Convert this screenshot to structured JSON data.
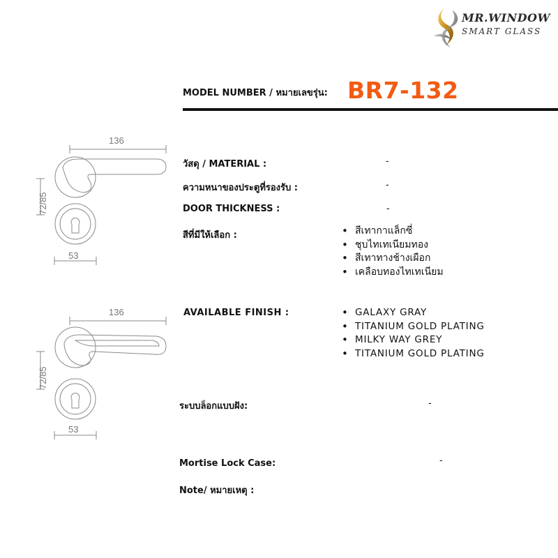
{
  "brand": {
    "line1": "MR.WINDOW",
    "line2": "SMART GLASS"
  },
  "model": {
    "label": "MODEL NUMBER / หมายเลขรุ่น:",
    "number": "BR7-132",
    "accent_color": "#f25b13"
  },
  "specs": {
    "material_label": "วัสดุ / MATERIAL :",
    "material_value": "-",
    "thickness_th_label": "ความหนาของประตูที่รองรับ :",
    "thickness_th_value": "-",
    "door_thickness_label": "DOOR THICKNESS :",
    "door_thickness_value": "-",
    "colors_label": "สีที่มีให้เลือก :",
    "colors": [
      "สีเทากาแล็กซี่",
      "ชุบไทเทเนียมทอง",
      "สีเทาทางช้างเผือก",
      "เคลือบทองไทเทเนียม"
    ],
    "finish_label": "AVAILABLE FINISH :",
    "finishes": [
      "GALAXY GRAY",
      "TITANIUM GOLD PLATING",
      "MILKY WAY GREY",
      "TITANIUM GOLD PLATING"
    ],
    "mortise_th_label": "ระบบล็อกแบบฝัง:",
    "mortise_th_value": "-",
    "mortise_en_label": "Mortise Lock Case:",
    "mortise_en_value": "-",
    "note_label": "Note/ หมายเหตุ :"
  },
  "drawings": [
    {
      "width_dim": "136",
      "height_dim": "72/85",
      "rose_dim": "53"
    },
    {
      "width_dim": "136",
      "height_dim": "72/85",
      "rose_dim": "53"
    }
  ]
}
